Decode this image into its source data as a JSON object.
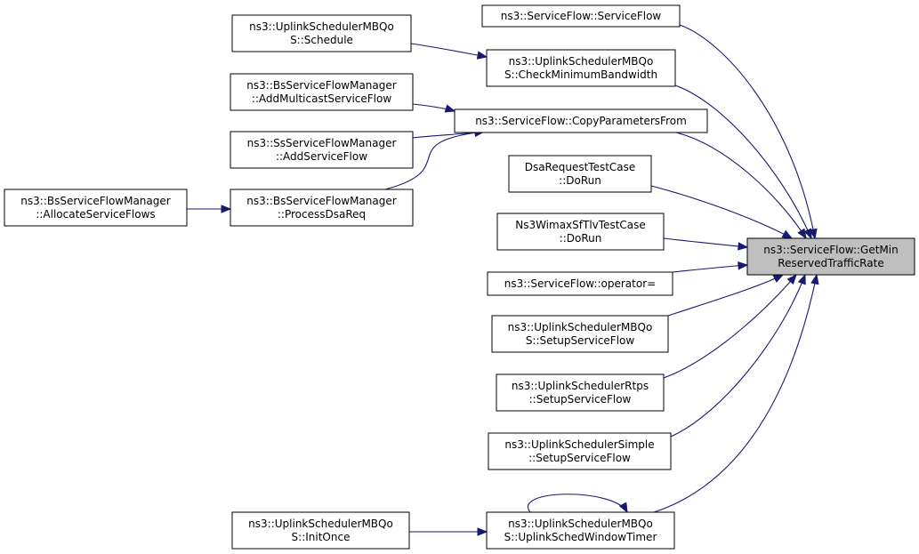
{
  "focus_node": {
    "lines": [
      "ns3::ServiceFlow::GetMin",
      "ReservedTrafficRate"
    ]
  },
  "nodes": [
    {
      "id": "sf_ctor",
      "lines": [
        "ns3::ServiceFlow::ServiceFlow"
      ]
    },
    {
      "id": "mbqos_schedule",
      "lines": [
        "ns3::UplinkSchedulerMBQo",
        "S::Schedule"
      ]
    },
    {
      "id": "mbqos_checkmin",
      "lines": [
        "ns3::UplinkSchedulerMBQo",
        "S::CheckMinimumBandwidth"
      ]
    },
    {
      "id": "bs_addmulti",
      "lines": [
        "ns3::BsServiceFlowManager",
        "::AddMulticastServiceFlow"
      ]
    },
    {
      "id": "sf_copy",
      "lines": [
        "ns3::ServiceFlow::CopyParametersFrom"
      ]
    },
    {
      "id": "ss_addsf",
      "lines": [
        "ns3::SsServiceFlowManager",
        "::AddServiceFlow"
      ]
    },
    {
      "id": "dsa_test",
      "lines": [
        "DsaRequestTestCase",
        "::DoRun"
      ]
    },
    {
      "id": "bs_alloc",
      "lines": [
        "ns3::BsServiceFlowManager",
        "::AllocateServiceFlows"
      ]
    },
    {
      "id": "bs_procdsa",
      "lines": [
        "ns3::BsServiceFlowManager",
        "::ProcessDsaReq"
      ]
    },
    {
      "id": "tlv_test",
      "lines": [
        "Ns3WimaxSfTlvTestCase",
        "::DoRun"
      ]
    },
    {
      "id": "sf_operator",
      "lines": [
        "ns3::ServiceFlow::operator="
      ]
    },
    {
      "id": "mbqos_setup",
      "lines": [
        "ns3::UplinkSchedulerMBQo",
        "S::SetupServiceFlow"
      ]
    },
    {
      "id": "rtps_setup",
      "lines": [
        "ns3::UplinkSchedulerRtps",
        "::SetupServiceFlow"
      ]
    },
    {
      "id": "simple_setup",
      "lines": [
        "ns3::UplinkSchedulerSimple",
        "::SetupServiceFlow"
      ]
    },
    {
      "id": "mbqos_initonce",
      "lines": [
        "ns3::UplinkSchedulerMBQo",
        "S::InitOnce"
      ]
    },
    {
      "id": "mbqos_timer",
      "lines": [
        "ns3::UplinkSchedulerMBQo",
        "S::UplinkSchedWindowTimer"
      ]
    }
  ],
  "edges": [
    {
      "from": "sf_ctor",
      "to": "focus"
    },
    {
      "from": "mbqos_checkmin",
      "to": "focus"
    },
    {
      "from": "sf_copy",
      "to": "focus"
    },
    {
      "from": "dsa_test",
      "to": "focus"
    },
    {
      "from": "tlv_test",
      "to": "focus"
    },
    {
      "from": "sf_operator",
      "to": "focus"
    },
    {
      "from": "mbqos_setup",
      "to": "focus"
    },
    {
      "from": "rtps_setup",
      "to": "focus"
    },
    {
      "from": "simple_setup",
      "to": "focus"
    },
    {
      "from": "mbqos_timer",
      "to": "focus"
    },
    {
      "from": "mbqos_schedule",
      "to": "mbqos_checkmin"
    },
    {
      "from": "bs_addmulti",
      "to": "sf_copy"
    },
    {
      "from": "ss_addsf",
      "to": "sf_copy"
    },
    {
      "from": "bs_procdsa",
      "to": "sf_copy"
    },
    {
      "from": "bs_alloc",
      "to": "bs_procdsa"
    },
    {
      "from": "mbqos_initonce",
      "to": "mbqos_timer"
    },
    {
      "from": "mbqos_timer",
      "to": "mbqos_timer"
    }
  ]
}
